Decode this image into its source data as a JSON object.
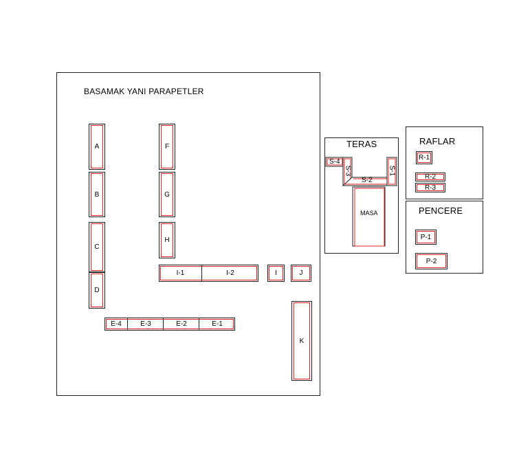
{
  "main": {
    "title": "BASAMAK YANI PARAPETLER",
    "pieces": {
      "a": "A",
      "b": "B",
      "c": "C",
      "d": "D",
      "f": "F",
      "g": "G",
      "h": "H",
      "i1": "I-1",
      "i2": "I-2",
      "i": "I",
      "j": "J",
      "k": "K",
      "e4": "E-4",
      "e3": "E-3",
      "e2": "E-2",
      "e1": "E-1"
    }
  },
  "teras": {
    "title": "TERAS",
    "s1": "S-1",
    "s2": "S-2",
    "s3": "S-3",
    "s4": "S-4",
    "masa": "MASA"
  },
  "raflar": {
    "title": "RAFLAR",
    "r1": "R-1",
    "r2": "R-2",
    "r3": "R-3"
  },
  "pencere": {
    "title": "PENCERE",
    "p1": "P-1",
    "p2": "P-2"
  },
  "colors": {
    "outline": "#222222",
    "inner_line": "#e02020"
  }
}
